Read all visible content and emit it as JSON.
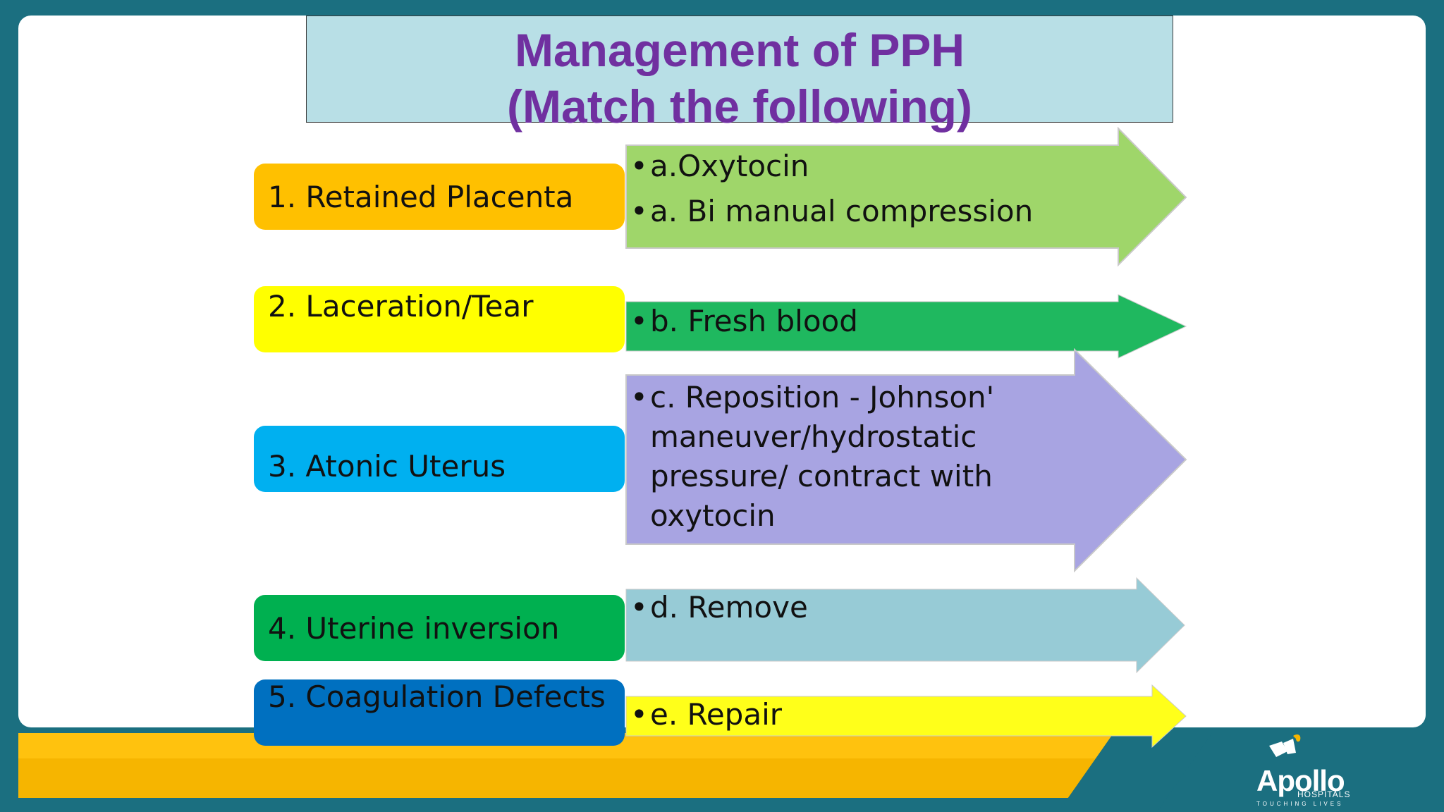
{
  "title": {
    "line1": "Management of PPH",
    "line2": "(Match the following)"
  },
  "left_items": [
    {
      "label": "1. Retained Placenta",
      "color": "#ffc000"
    },
    {
      "label": "2. Laceration/Tear",
      "color": "#ffff00"
    },
    {
      "label": "3. Atonic Uterus",
      "color": "#00b0f0"
    },
    {
      "label": "4. Uterine inversion",
      "color": "#00b050"
    },
    {
      "label": "5. Coagulation Defects",
      "color": "#0070c0"
    }
  ],
  "right_items": [
    {
      "lines": [
        "a.Oxytocin",
        "a. Bi manual compression"
      ],
      "color": "#9fd66a"
    },
    {
      "lines": [
        "b. Fresh blood"
      ],
      "color": "#1fb85f"
    },
    {
      "lines": [
        "c. Reposition - Johnson'",
        "maneuver/hydrostatic",
        "pressure/ contract with",
        "oxytocin"
      ],
      "color": "#a8a4e2"
    },
    {
      "lines": [
        "d. Remove"
      ],
      "color": "#97cbd6"
    },
    {
      "lines": [
        "e. Repair"
      ],
      "color": "#ffff1a"
    }
  ],
  "bullet_char": "•",
  "logo": {
    "name": "Apollo",
    "sub": "HOSPITALS",
    "tagline": "TOUCHING LIVES"
  }
}
